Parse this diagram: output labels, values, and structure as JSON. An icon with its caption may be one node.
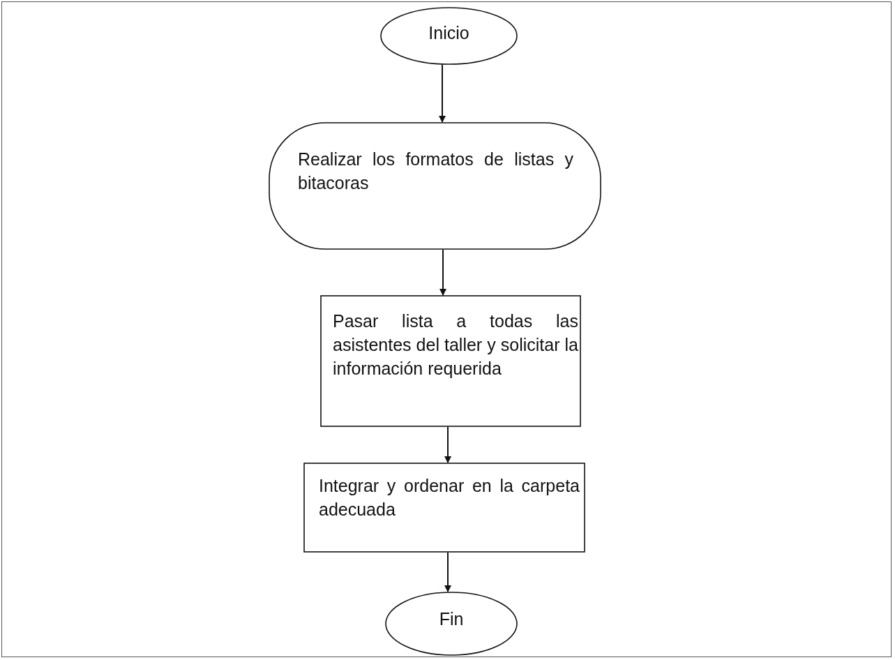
{
  "diagram": {
    "nodes": [
      {
        "text": [
          "Inicio"
        ]
      },
      {
        "text": [
          "Realizar los formatos de listas y bitacoras"
        ]
      },
      {
        "text": [
          "Pasar lista a todas las asistentes del taller y solicitar la información requerida"
        ]
      },
      {
        "text": [
          "Integrar y ordenar en la carpeta adecuada"
        ]
      },
      {
        "text": [
          "Fin"
        ]
      }
    ],
    "edges": [
      {
        "from": 0,
        "to": 1,
        "arrow": "to"
      },
      {
        "from": 1,
        "to": 2,
        "arrow": "to"
      },
      {
        "from": 2,
        "to": 3,
        "arrow": "to"
      },
      {
        "from": 3,
        "to": 4,
        "arrow": "to"
      }
    ]
  }
}
